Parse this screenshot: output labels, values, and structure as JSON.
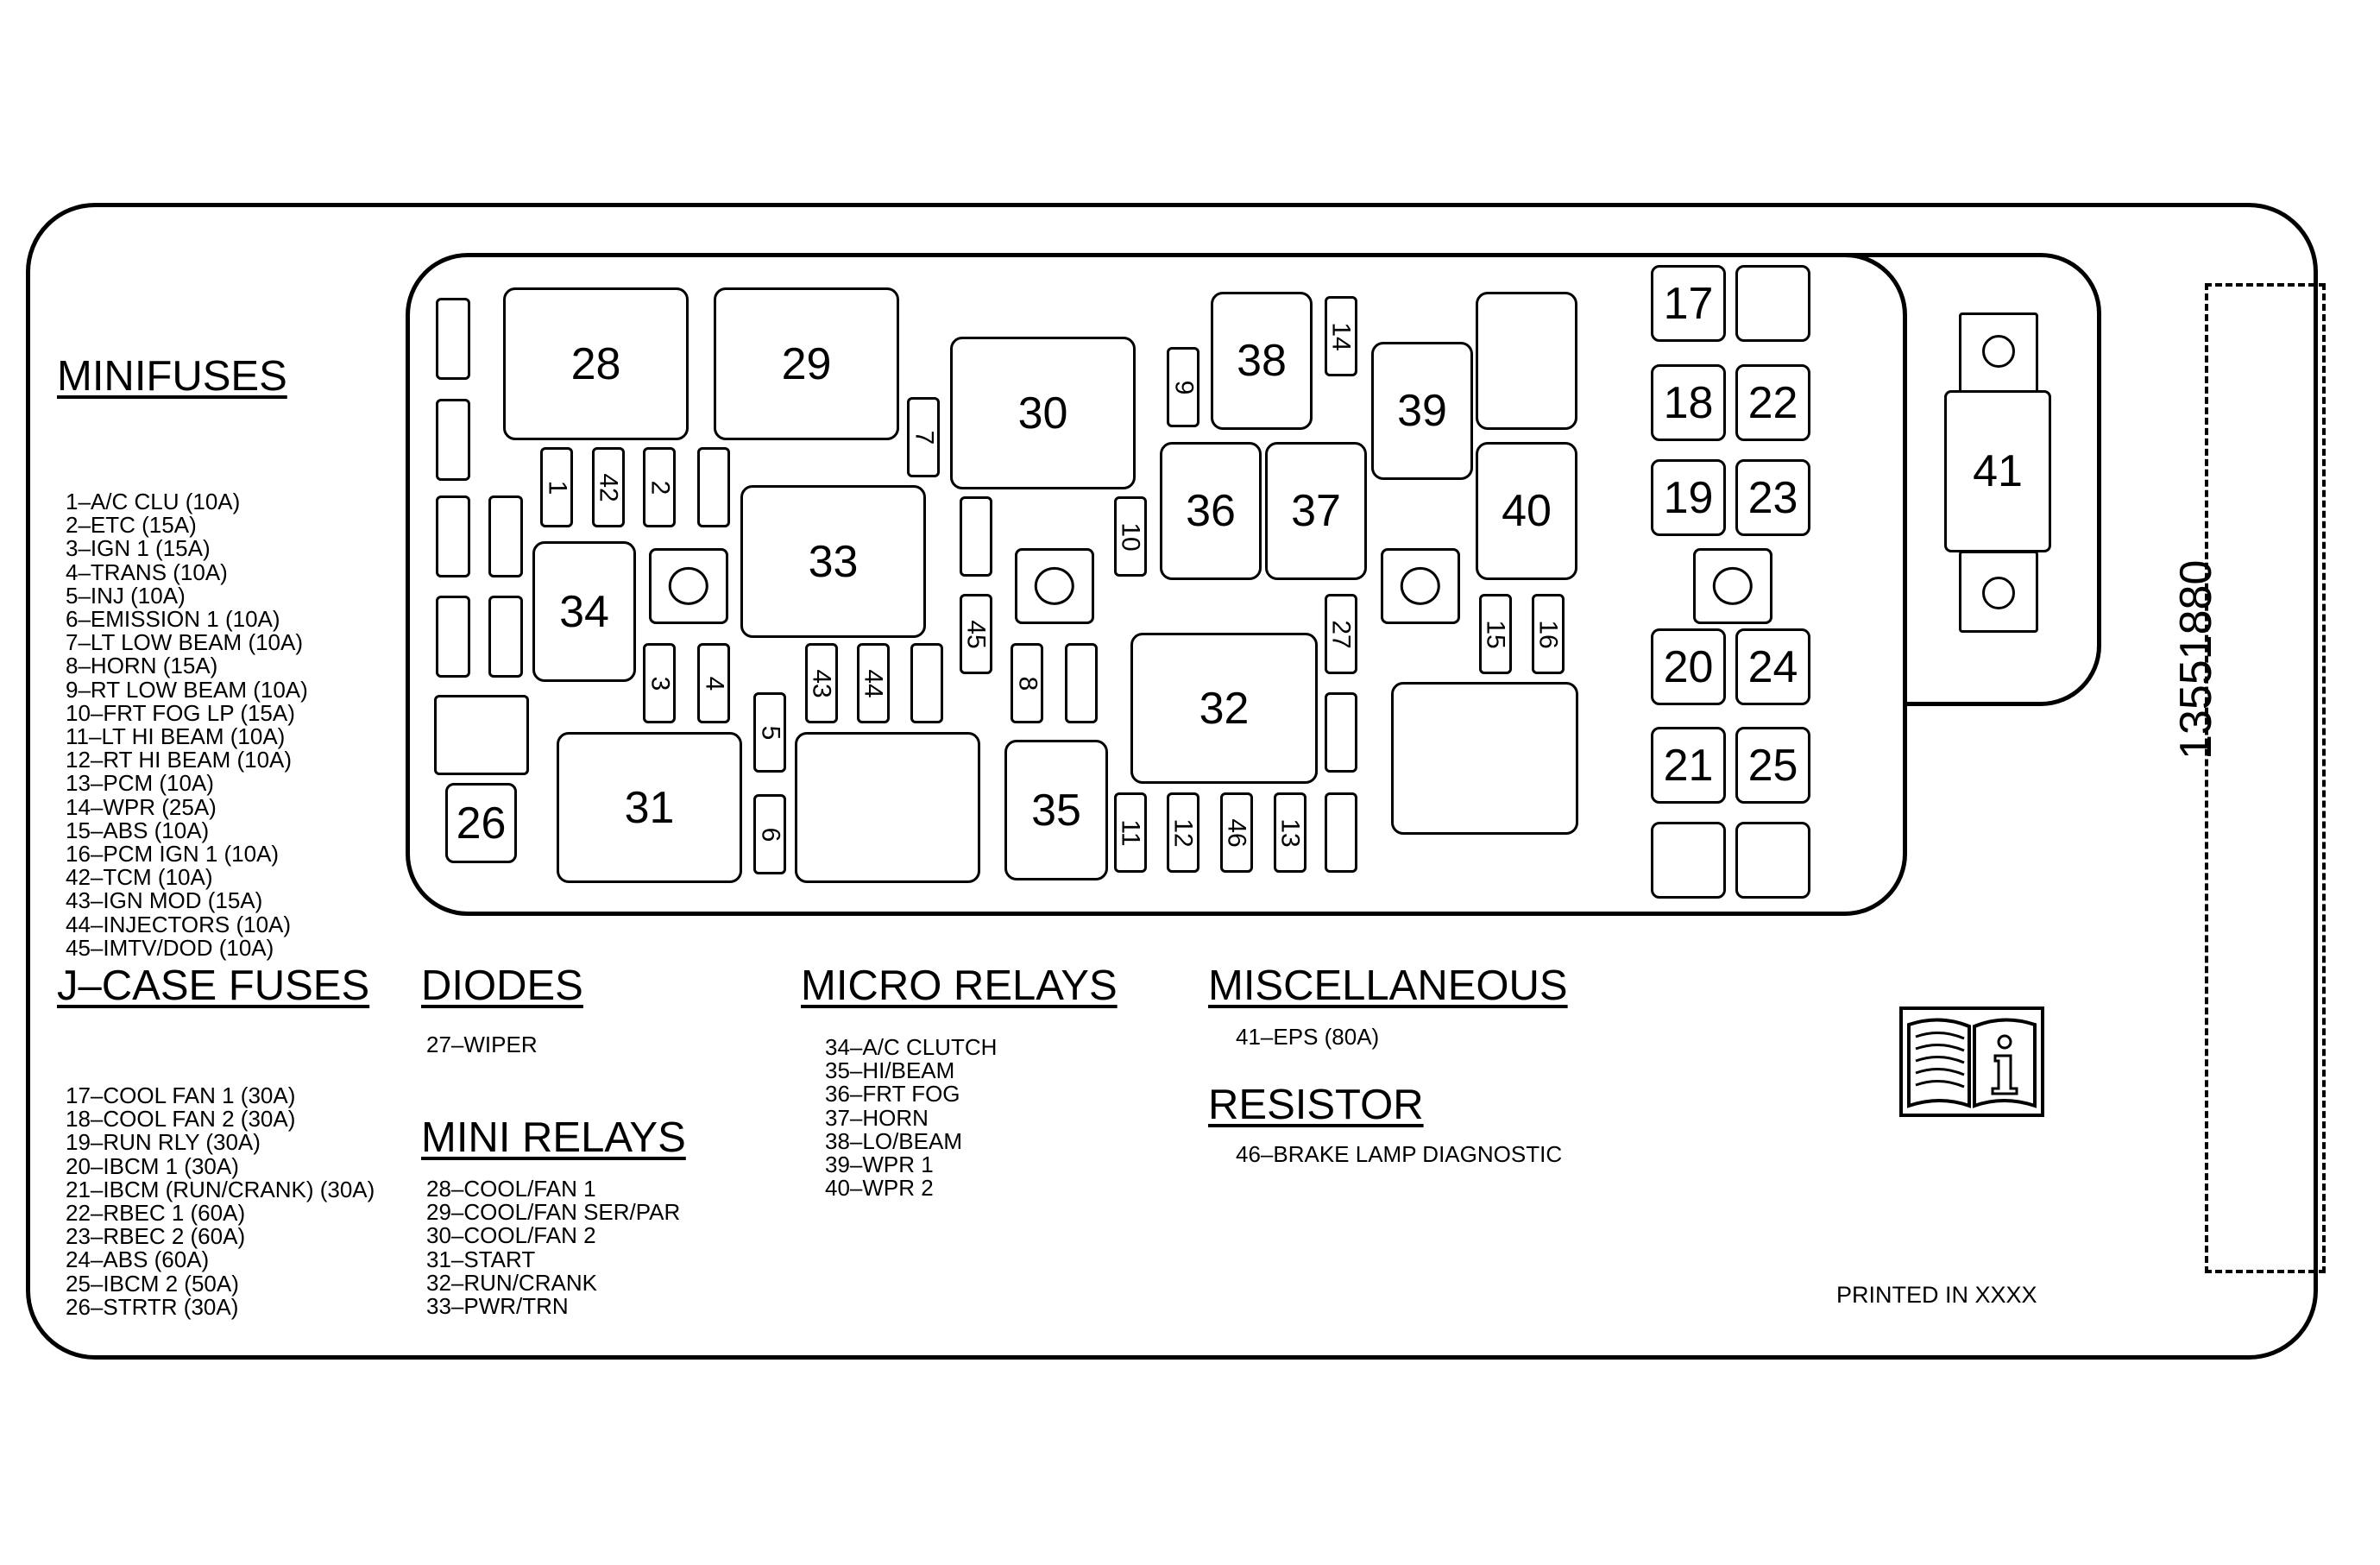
{
  "diagram": {
    "part_number": "13551880",
    "printed_note": "PRINTED IN XXXX",
    "info_icon": "info-manual-icon"
  },
  "sections": {
    "minifuses": {
      "heading": "MINIFUSES",
      "items": [
        "1–A/C CLU (10A)",
        "2–ETC (15A)",
        "3–IGN 1 (15A)",
        "4–TRANS (10A)",
        "5–INJ (10A)",
        "6–EMISSION 1 (10A)",
        "7–LT LOW BEAM (10A)",
        "8–HORN (15A)",
        "9–RT LOW BEAM (10A)",
        "10–FRT FOG LP (15A)",
        "11–LT HI BEAM (10A)",
        "12–RT HI BEAM (10A)",
        "13–PCM (10A)",
        "14–WPR (25A)",
        "15–ABS (10A)",
        "16–PCM IGN 1 (10A)",
        "42–TCM (10A)",
        "43–IGN MOD (15A)",
        "44–INJECTORS (10A)",
        "45–IMTV/DOD (10A)"
      ]
    },
    "jcase": {
      "heading": "J–CASE FUSES",
      "items": [
        "17–COOL FAN 1 (30A)",
        "18–COOL FAN 2 (30A)",
        "19–RUN RLY (30A)",
        "20–IBCM 1 (30A)",
        "21–IBCM (RUN/CRANK) (30A)",
        "22–RBEC 1 (60A)",
        "23–RBEC 2 (60A)",
        "24–ABS (60A)",
        "25–IBCM 2 (50A)",
        "26–STRTR (30A)"
      ]
    },
    "diodes": {
      "heading": "DIODES",
      "items": [
        "27–WIPER"
      ]
    },
    "mini_relays": {
      "heading": "MINI RELAYS",
      "items": [
        "28–COOL/FAN 1",
        "29–COOL/FAN SER/PAR",
        "30–COOL/FAN 2",
        "31–START",
        "32–RUN/CRANK",
        "33–PWR/TRN"
      ]
    },
    "micro_relays": {
      "heading": "MICRO RELAYS",
      "items": [
        "34–A/C CLUTCH",
        "35–HI/BEAM",
        "36–FRT FOG",
        "37–HORN",
        "38–LO/BEAM",
        "39–WPR 1",
        "40–WPR 2"
      ]
    },
    "misc": {
      "heading": "MISCELLANEOUS",
      "items": [
        "41–EPS (80A)"
      ]
    },
    "resistor": {
      "heading": "RESISTOR",
      "items": [
        "46–BRAKE LAMP DIAGNOSTIC"
      ]
    }
  },
  "layout_labels": {
    "r28": "28",
    "r29": "29",
    "r30": "30",
    "r31": "31",
    "r32": "32",
    "r33": "33",
    "r34": "34",
    "r35": "35",
    "r36": "36",
    "r37": "37",
    "r38": "38",
    "r39": "39",
    "r40": "40",
    "f26": "26",
    "f17": "17",
    "f18": "18",
    "f19": "19",
    "f20": "20",
    "f21": "21",
    "f22": "22",
    "f23": "23",
    "f24": "24",
    "f25": "25",
    "f41": "41",
    "m1": "1",
    "m2": "2",
    "m3": "3",
    "m4": "4",
    "m5": "5",
    "m6": "6",
    "m7": "7",
    "m8": "8",
    "m9": "9",
    "m10": "10",
    "m11": "11",
    "m12": "12",
    "m13": "13",
    "m14": "14",
    "m15": "15",
    "m16": "16",
    "m27": "27",
    "m42": "42",
    "m43": "43",
    "m44": "44",
    "m45": "45",
    "m46": "46"
  }
}
